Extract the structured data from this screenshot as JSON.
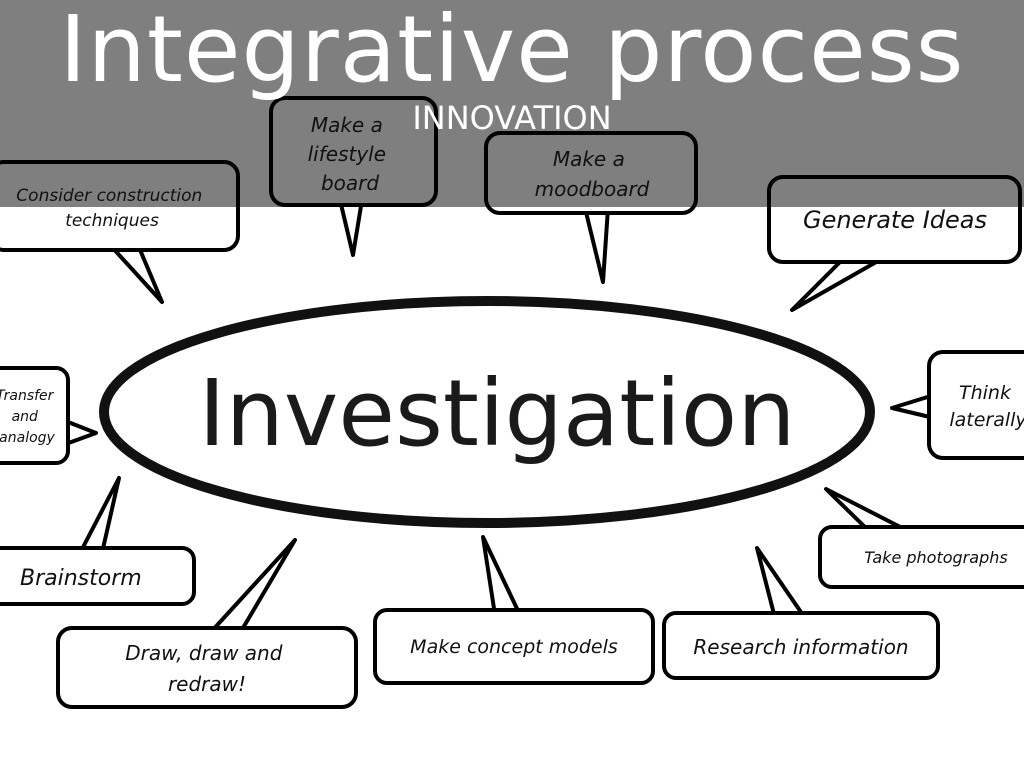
{
  "slide": {
    "title": "Integrative process",
    "subtitle": "INNOVATION"
  },
  "diagram": {
    "center": "Investigation",
    "bubbles": {
      "construction": [
        "Consider construction",
        "techniques"
      ],
      "lifestyle": [
        "Make a",
        "lifestyle",
        "board"
      ],
      "moodboard": [
        "Make a",
        "moodboard"
      ],
      "ideas": [
        "Generate Ideas"
      ],
      "transfer": [
        "Transfer",
        "and",
        "analogy"
      ],
      "laterally": [
        "Think",
        "laterally"
      ],
      "photographs": [
        "Take photographs"
      ],
      "brainstorm": [
        "Brainstorm"
      ],
      "draw": [
        "Draw, draw and",
        "redraw!"
      ],
      "models": [
        "Make concept models"
      ],
      "research": [
        "Research information"
      ]
    }
  },
  "colors": {
    "overlay": "#808080",
    "title_text": "#ffffff",
    "ink": "#000000"
  }
}
